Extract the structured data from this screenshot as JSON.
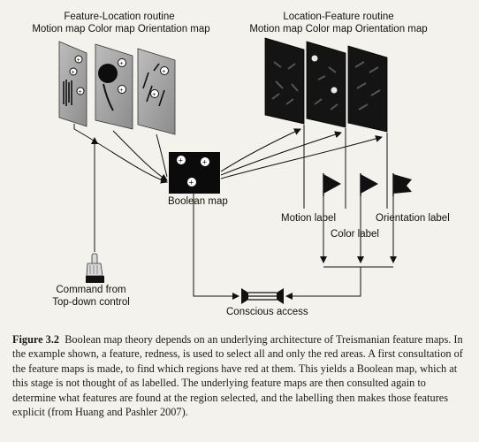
{
  "figure": {
    "left_title": "Feature-Location routine",
    "left_subtitle": "Motion map Color map Orientation map",
    "right_title": "Location-Feature routine",
    "right_subtitle": "Motion map Color map Orientation map",
    "boolean_map_label": "Boolean map",
    "motion_label": "Motion label",
    "color_label": "Color label",
    "orientation_label": "Orientation label",
    "command_label_line1": "Command from",
    "command_label_line2": "Top-down control",
    "conscious_access_label": "Conscious access"
  },
  "caption": {
    "figure_number": "Figure 3.2",
    "text": "Boolean map theory depends on an underlying architecture of Treismanian feature maps. In the example shown, a feature, redness, is used to select all and only the red areas. A first consultation of the feature maps is made, to find which regions have red at them. This yields a Boolean map, which at this stage is not thought of as labelled. The underlying feature maps are then consulted again to determine what features are found at the region selected, and the labelling then makes those features explicit (from Huang and Pashler 2007)."
  }
}
